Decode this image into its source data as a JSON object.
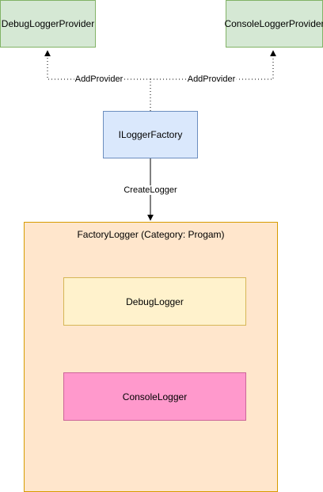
{
  "nodes": {
    "debug_logger_provider": {
      "label": "DebugLoggerProvider",
      "fill": "#d5e8d4",
      "stroke": "#82b366"
    },
    "console_logger_provider": {
      "label": "ConsoleLoggerProvider",
      "fill": "#d5e8d4",
      "stroke": "#82b366"
    },
    "ilogger_factory": {
      "label": "ILoggerFactory",
      "fill": "#dae8fc",
      "stroke": "#6c8ebf"
    },
    "factory_logger": {
      "label": "FactoryLogger (Category: Progam)",
      "fill": "#ffe6cc",
      "stroke": "#d79b00"
    },
    "debug_logger": {
      "label": "DebugLogger",
      "fill": "#fff2cc",
      "stroke": "#d6b656"
    },
    "console_logger": {
      "label": "ConsoleLogger",
      "fill": "#ff99cc",
      "stroke": "#cc6699"
    }
  },
  "edges": {
    "add_provider_left": {
      "label": "AddProvider",
      "style": "dotted"
    },
    "add_provider_right": {
      "label": "AddProvider",
      "style": "dotted"
    },
    "create_logger": {
      "label": "CreateLogger",
      "style": "solid"
    }
  }
}
